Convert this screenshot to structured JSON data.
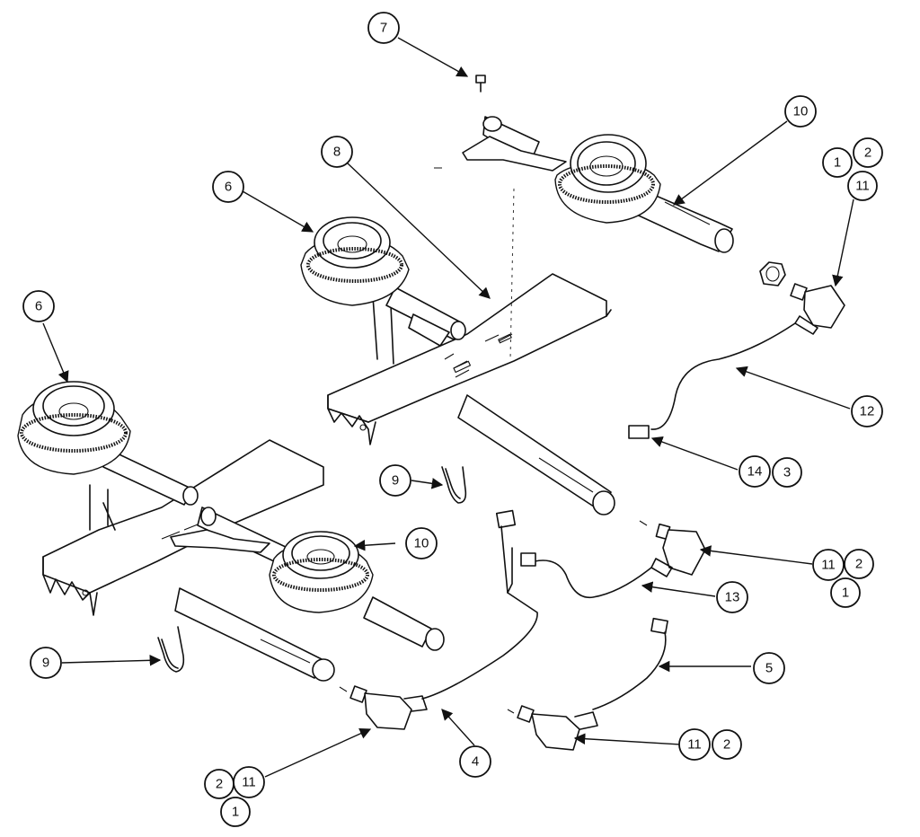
{
  "callouts": [
    {
      "id": "c7",
      "labels": [
        "7"
      ]
    },
    {
      "id": "c8",
      "labels": [
        "8"
      ]
    },
    {
      "id": "c6a",
      "labels": [
        "6"
      ]
    },
    {
      "id": "c6b",
      "labels": [
        "6"
      ]
    },
    {
      "id": "c10a",
      "labels": [
        "10"
      ]
    },
    {
      "id": "c10b",
      "labels": [
        "10"
      ]
    },
    {
      "id": "c1-2-11a",
      "labels": [
        "1",
        "2",
        "11"
      ]
    },
    {
      "id": "c12",
      "labels": [
        "12"
      ]
    },
    {
      "id": "c14-3",
      "labels": [
        "14",
        "3"
      ]
    },
    {
      "id": "c9a",
      "labels": [
        "9"
      ]
    },
    {
      "id": "c9b",
      "labels": [
        "9"
      ]
    },
    {
      "id": "c11-2-1",
      "labels": [
        "11",
        "2",
        "1"
      ]
    },
    {
      "id": "c13",
      "labels": [
        "13"
      ]
    },
    {
      "id": "c5",
      "labels": [
        "5"
      ]
    },
    {
      "id": "c11-2",
      "labels": [
        "11",
        "2"
      ]
    },
    {
      "id": "c4",
      "labels": [
        "4"
      ]
    },
    {
      "id": "c2-11-1",
      "labels": [
        "2",
        "11",
        "1"
      ]
    }
  ]
}
